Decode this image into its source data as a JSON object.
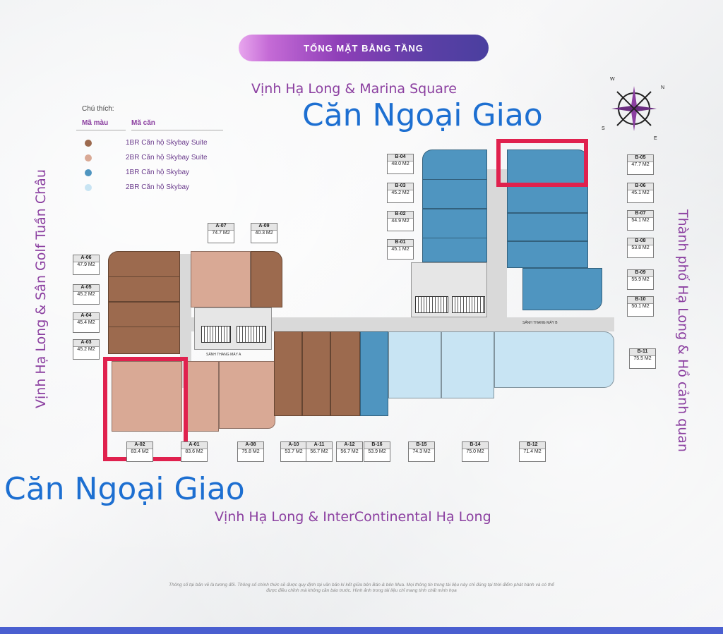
{
  "title": "TỔNG MẶT BẰNG TẦNG",
  "views": {
    "top": "Vịnh Hạ Long & Marina Square",
    "bottom": "Vịnh Hạ Long & InterContinental Hạ Long",
    "left": "Vịnh Hạ Long & Sân Golf Tuần Châu",
    "right": "Thành phố Hạ Long & Hồ cảnh quan"
  },
  "callouts": {
    "top": "Căn Ngoại Giao",
    "bottom": "Căn Ngoại Giao"
  },
  "compass": {
    "n": "N",
    "e": "E",
    "s": "S",
    "w": "W"
  },
  "legend": {
    "heading": "Chú thích:",
    "col1": "Mã màu",
    "col2": "Mã căn",
    "items": [
      {
        "label": "1BR Căn hộ Skybay Suite",
        "color": "#9c6a4e"
      },
      {
        "label": "2BR Căn hộ Skybay Suite",
        "color": "#d9a995"
      },
      {
        "label": "1BR Căn hộ Skybay",
        "color": "#4f95c0"
      },
      {
        "label": "2BR Căn hộ Skybay",
        "color": "#c8e4f3"
      }
    ]
  },
  "lobbies": {
    "a": "SẢNH THANG MÁY A",
    "b": "SẢNH THANG MÁY B"
  },
  "units": [
    {
      "code": "A-06",
      "area": "47.9 M2"
    },
    {
      "code": "A-05",
      "area": "45.2 M2"
    },
    {
      "code": "A-04",
      "area": "45.4 M2"
    },
    {
      "code": "A-03",
      "area": "45.2 M2"
    },
    {
      "code": "A-07",
      "area": "74.7 M2"
    },
    {
      "code": "A-09",
      "area": "40.3 M2"
    },
    {
      "code": "A-02",
      "area": "83.4 M2"
    },
    {
      "code": "A-01",
      "area": "83.6 M2"
    },
    {
      "code": "A-08",
      "area": "75.8 M2"
    },
    {
      "code": "A-10",
      "area": "53.7 M2"
    },
    {
      "code": "A-11",
      "area": "56.7 M2"
    },
    {
      "code": "A-12",
      "area": "56.7 M2"
    },
    {
      "code": "B-16",
      "area": "53.9 M2"
    },
    {
      "code": "B-15",
      "area": "74.3 M2"
    },
    {
      "code": "B-14",
      "area": "75.0 M2"
    },
    {
      "code": "B-12",
      "area": "71.4 M2"
    },
    {
      "code": "B-11",
      "area": "75.5 M2"
    },
    {
      "code": "B-04",
      "area": "48.0 M2"
    },
    {
      "code": "B-03",
      "area": "45.2 M2"
    },
    {
      "code": "B-02",
      "area": "44.9 M2"
    },
    {
      "code": "B-01",
      "area": "45.1 M2"
    },
    {
      "code": "B-05",
      "area": "47.7 M2"
    },
    {
      "code": "B-06",
      "area": "45.1 M2"
    },
    {
      "code": "B-07",
      "area": "54.1 M2"
    },
    {
      "code": "B-08",
      "area": "53.8 M2"
    },
    {
      "code": "B-09",
      "area": "55.9 M2"
    },
    {
      "code": "B-10",
      "area": "50.1 M2"
    }
  ],
  "disclaimer": "Thông số tại bản vẽ là tương đối. Thông số chính thức sẽ được quy định tại văn bản kí kết giữa bên Bán & bên Mua. Mọi thông tin trong tài liệu này chỉ đúng tại thời điểm phát hành và có thể được điều chỉnh mà không cần báo trước. Hình ảnh trong tài liệu chỉ mang tính chất minh họa"
}
